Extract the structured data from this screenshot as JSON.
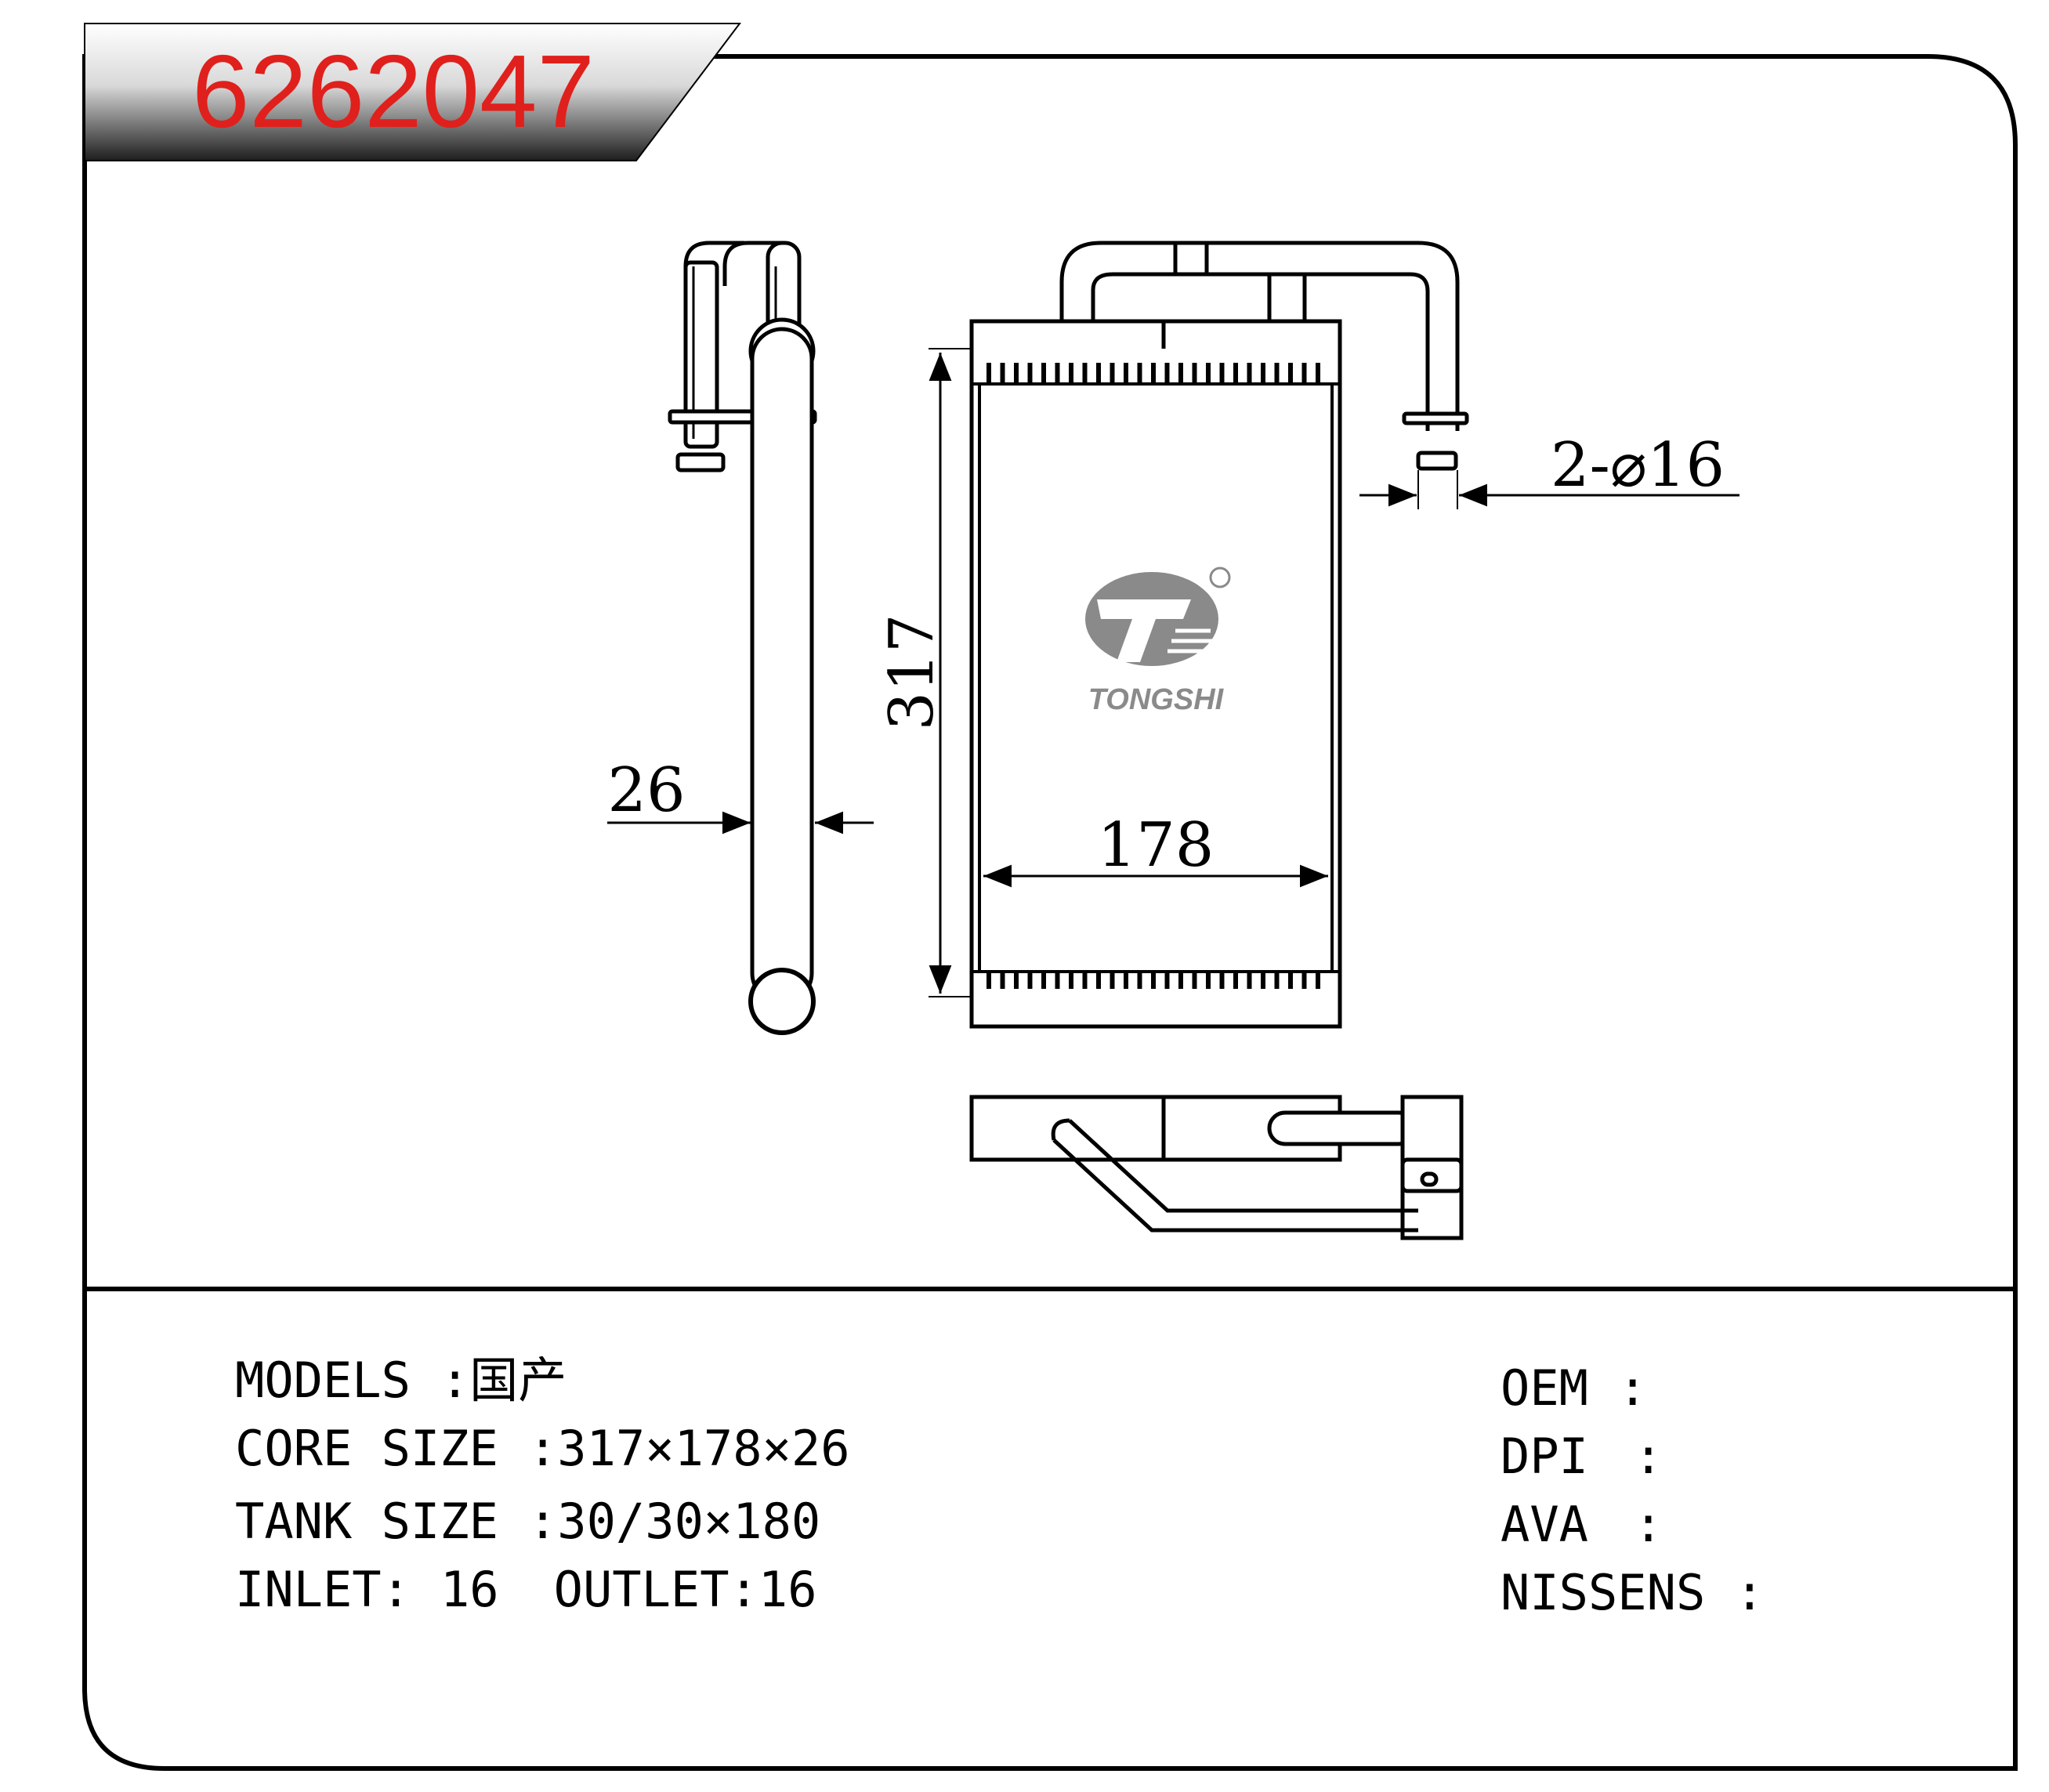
{
  "part_number": "6262047",
  "brand": {
    "name": "TONGSHI",
    "registered_mark": "®"
  },
  "dimensions": {
    "height": "317",
    "width": "178",
    "thickness": "26",
    "pipes": "2-⌀16"
  },
  "specs": {
    "models": {
      "label": "MODELS",
      "value": ":国产"
    },
    "core_size": {
      "label": "CORE SIZE",
      "value": ":317×178×26"
    },
    "tank_size": {
      "label": "TANK SIZE",
      "value": ":30/30×180"
    },
    "inlet": {
      "label": "INLET:",
      "value": "16"
    },
    "outlet": {
      "label": "OUTLET:",
      "value": "16"
    }
  },
  "references": {
    "oem": {
      "label": "OEM",
      "sep": ":"
    },
    "dpi": {
      "label": "DPI",
      "sep": ":"
    },
    "ava": {
      "label": "AVA",
      "sep": ":"
    },
    "nissens": {
      "label": "NISSENS",
      "sep": ":"
    }
  },
  "colors": {
    "part_number": "#e0201c",
    "logo": "#8a8a8a",
    "banner_dark": "#2a2a2a",
    "banner_light": "#ffffff"
  }
}
